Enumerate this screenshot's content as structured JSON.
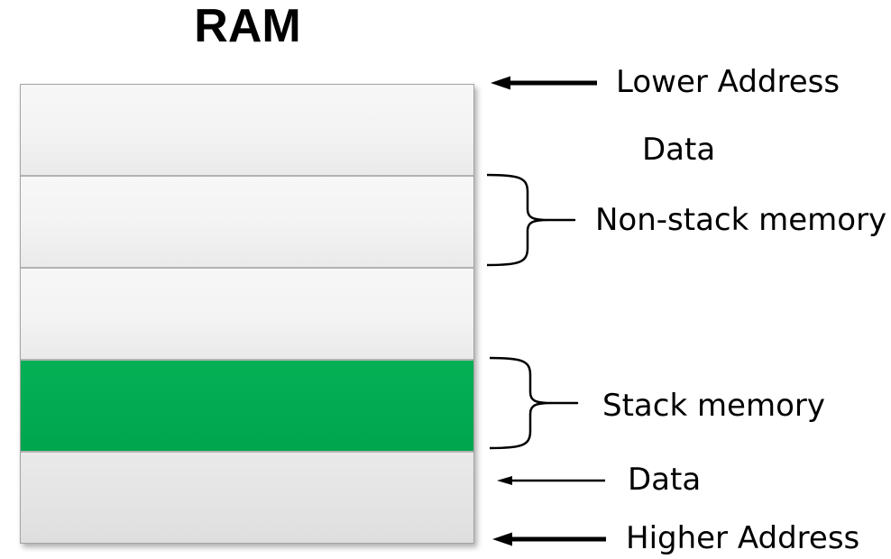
{
  "title": "RAM",
  "memory_box": {
    "rows": [
      {
        "id": "block-1",
        "kind": "plain"
      },
      {
        "id": "block-2",
        "kind": "non-stack-memory"
      },
      {
        "id": "block-3",
        "kind": "plain"
      },
      {
        "id": "block-4",
        "kind": "stack-memory"
      },
      {
        "id": "block-5",
        "kind": "plain"
      }
    ]
  },
  "labels": {
    "lower_address": "Lower Address",
    "data_upper": "Data",
    "non_stack_memory": "Non-stack memory",
    "stack_memory": "Stack memory",
    "data_lower": "Data",
    "higher_address": "Higher Address"
  },
  "colors": {
    "stack_fill": "#02AB52",
    "block_fill_light": "#F3F3F3",
    "block_fill_dark": "#E4E4E4",
    "block_border": "#A3A3A3",
    "annotation": "#000000"
  }
}
